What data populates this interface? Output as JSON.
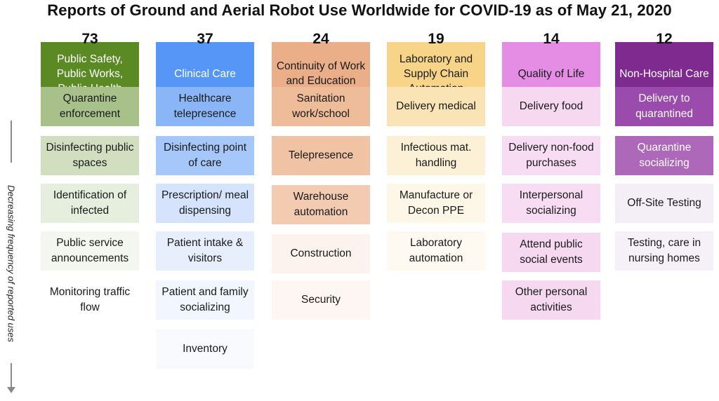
{
  "title": "Reports of Ground and Aerial Robot Use Worldwide for COVID-19 as of May 21, 2020",
  "axis_label": "Decreasing frequency of reported uses",
  "columns": [
    {
      "count": "73",
      "header": "Public Safety, Public Works, Public Health",
      "header_color": "#5b8a25",
      "header_text_color": "#ffffff",
      "items": [
        {
          "label": "Quarantine enforcement",
          "color": "#a8c08a",
          "text_color": "#1a1a1a"
        },
        {
          "label": "Disinfecting public spaces",
          "color": "#d1dfc0",
          "text_color": "#1a1a1a"
        },
        {
          "label": "Identification of infected",
          "color": "#e6eedd",
          "text_color": "#1a1a1a"
        },
        {
          "label": "Public service announcements",
          "color": "#f4f7ef",
          "text_color": "#1a1a1a"
        },
        {
          "label": "Monitoring traffic flow",
          "color": "#ffffff",
          "text_color": "#1a1a1a"
        }
      ]
    },
    {
      "count": "37",
      "header": "Clinical Care",
      "header_color": "#5596f7",
      "header_text_color": "#ffffff",
      "items": [
        {
          "label": "Healthcare telepresence",
          "color": "#8ab6f7",
          "text_color": "#1a1a1a"
        },
        {
          "label": "Disinfecting point of care",
          "color": "#a6c7f9",
          "text_color": "#1a1a1a"
        },
        {
          "label": "Prescription/ meal dispensing",
          "color": "#d5e4fc",
          "text_color": "#1a1a1a"
        },
        {
          "label": "Patient intake & visitors",
          "color": "#e7effd",
          "text_color": "#1a1a1a"
        },
        {
          "label": "Patient and family socializing",
          "color": "#f2f6fe",
          "text_color": "#1a1a1a"
        },
        {
          "label": "Inventory",
          "color": "#f8fafe",
          "text_color": "#1a1a1a"
        }
      ]
    },
    {
      "count": "24",
      "header": "Continuity of Work and Education",
      "header_color": "#eaae88",
      "header_text_color": "#1a1a1a",
      "items": [
        {
          "label": "Sanitation work/school",
          "color": "#efbc99",
          "text_color": "#1a1a1a"
        },
        {
          "label": "Telepresence",
          "color": "#f0c3a5",
          "text_color": "#1a1a1a"
        },
        {
          "label": "Warehouse automation",
          "color": "#f2cbb1",
          "text_color": "#1a1a1a"
        },
        {
          "label": "Construction",
          "color": "#fcf3ee",
          "text_color": "#1a1a1a"
        },
        {
          "label": "Security",
          "color": "#fdf6f2",
          "text_color": "#1a1a1a"
        }
      ]
    },
    {
      "count": "19",
      "header": "Laboratory and Supply Chain Automation",
      "header_color": "#f7d487",
      "header_text_color": "#1a1a1a",
      "items": [
        {
          "label": "Delivery medical",
          "color": "#fae4b6",
          "text_color": "#1a1a1a"
        },
        {
          "label": "Infectious mat. handling",
          "color": "#fcf0d6",
          "text_color": "#1a1a1a"
        },
        {
          "label": "Manufacture or Decon PPE",
          "color": "#fdf7e8",
          "text_color": "#1a1a1a"
        },
        {
          "label": "Laboratory automation",
          "color": "#fefaf1",
          "text_color": "#1a1a1a"
        }
      ]
    },
    {
      "count": "14",
      "header": "Quality of Life",
      "header_color": "#e58de5",
      "header_text_color": "#1a1a1a",
      "items": [
        {
          "label": "Delivery food",
          "color": "#f6d8f1",
          "text_color": "#1a1a1a"
        },
        {
          "label": "Delivery non-food purchases",
          "color": "#f7dcf3",
          "text_color": "#1a1a1a"
        },
        {
          "label": "Interpersonal socializing",
          "color": "#f7dcf3",
          "text_color": "#1a1a1a"
        },
        {
          "label": "Attend public social events",
          "color": "#f6d8f1",
          "text_color": "#1a1a1a"
        },
        {
          "label": "Other personal activities",
          "color": "#f6d8f1",
          "text_color": "#1a1a1a"
        }
      ]
    },
    {
      "count": "12",
      "header": "Non-Hospital Care",
      "header_color": "#7e2a8e",
      "header_text_color": "#ffffff",
      "items": [
        {
          "label": "Delivery to quarantined",
          "color": "#9b4bab",
          "text_color": "#ffffff"
        },
        {
          "label": "Quarantine socializing",
          "color": "#ad68ba",
          "text_color": "#ffffff"
        },
        {
          "label": "Off-Site Testing",
          "color": "#f4eef6",
          "text_color": "#1a1a1a"
        },
        {
          "label": "Testing, care in nursing homes",
          "color": "#f6f1f8",
          "text_color": "#1a1a1a"
        }
      ]
    }
  ]
}
